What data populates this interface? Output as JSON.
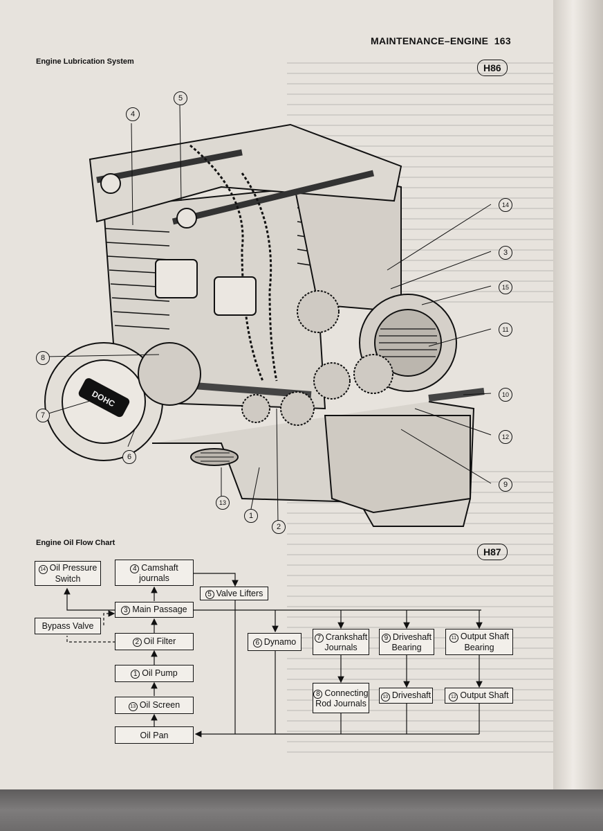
{
  "header": {
    "section": "MAINTENANCE–ENGINE",
    "page": "163"
  },
  "figure1": {
    "title": "Engine Lubrication System",
    "tag": "H86",
    "badge": "DOHC",
    "callouts": [
      "1",
      "2",
      "3",
      "4",
      "5",
      "6",
      "7",
      "8",
      "9",
      "10",
      "11",
      "12",
      "13",
      "14",
      "15"
    ]
  },
  "figure2": {
    "title": "Engine Oil Flow Chart",
    "tag": "H87",
    "boxes": {
      "oil_pressure_switch": {
        "num": "14",
        "label": "Oil Pressure Switch"
      },
      "camshaft_journals": {
        "num": "4",
        "label": "Camshaft journals"
      },
      "valve_lifters": {
        "num": "5",
        "label": "Valve Lifters"
      },
      "main_passage": {
        "num": "3",
        "label": "Main Passage"
      },
      "bypass_valve": {
        "label": "Bypass Valve"
      },
      "oil_filter": {
        "num": "2",
        "label": "Oil Filter"
      },
      "dynamo": {
        "num": "6",
        "label": "Dynamo"
      },
      "crankshaft_journals": {
        "num": "7",
        "label": "Crankshaft Journals"
      },
      "driveshaft_bearing": {
        "num": "9",
        "label": "Driveshaft Bearing"
      },
      "output_shaft_bearing": {
        "num": "11",
        "label": "Output Shaft Bearing"
      },
      "oil_pump": {
        "num": "1",
        "label": "Oil Pump"
      },
      "connecting_rod_journals": {
        "num": "8",
        "label": "Connecting Rod Journals"
      },
      "driveshaft": {
        "num": "10",
        "label": "Driveshaft"
      },
      "output_shaft": {
        "num": "12",
        "label": "Output Shaft"
      },
      "oil_screen": {
        "num": "13",
        "label": "Oil Screen"
      },
      "oil_pan": {
        "label": "Oil Pan"
      }
    }
  }
}
